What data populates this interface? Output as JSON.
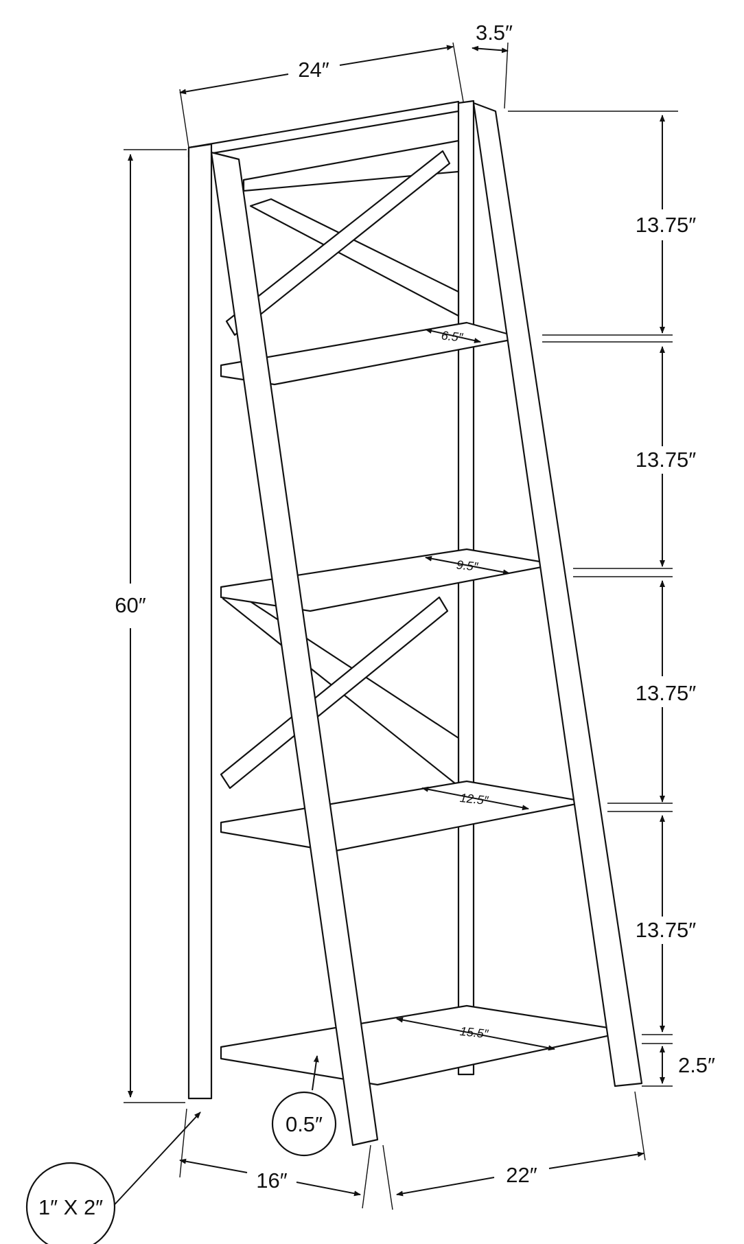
{
  "dimensions": {
    "overall_width": "24″",
    "depth_top": "3.5″",
    "overall_height": "60″",
    "shelf_spacing_1": "13.75″",
    "shelf_spacing_2": "13.75″",
    "shelf_spacing_3": "13.75″",
    "shelf_spacing_4": "13.75″",
    "bottom_clearance": "2.5″",
    "base_side_depth": "16″",
    "base_front_depth": "22″",
    "leg_profile": "1″ X 2″",
    "shelf_thickness": "0.5″"
  },
  "shelf_depths": [
    "6.5″",
    "9.5″",
    "12.5″",
    "15.5″"
  ]
}
